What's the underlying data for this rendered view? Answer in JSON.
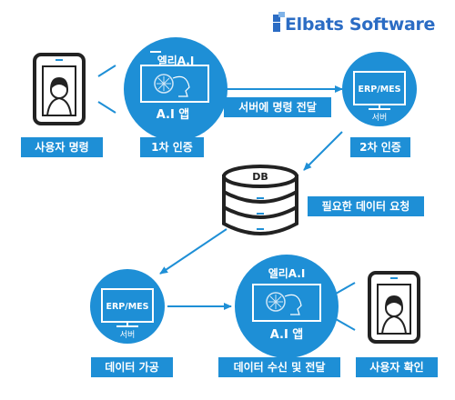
{
  "brand": {
    "name": "Elbats Software"
  },
  "nodes": {
    "ai_app_top": {
      "title": "엘리A.I",
      "caption": "A.I 앱"
    },
    "server_top": {
      "name": "ERP/MES",
      "sub": "서버"
    },
    "db": {
      "name": "DB"
    },
    "server_bottom": {
      "name": "ERP/MES",
      "sub": "서버"
    },
    "ai_app_bottom": {
      "title": "엘리A.I",
      "caption": "A.I 앱"
    }
  },
  "labels": {
    "user_command": "사용자 명령",
    "first_auth": "1차 인증",
    "send_command": "서버에 명령 전달",
    "second_auth": "2차 인증",
    "request_data": "필요한 데이터 요청",
    "process_data": "데이터 가공",
    "receive_deliver": "데이터 수신 및 전달",
    "user_confirm": "사용자 확인"
  },
  "colors": {
    "primary": "#1e8fd6",
    "dark": "#222222",
    "brand": "#2b6cc4"
  }
}
